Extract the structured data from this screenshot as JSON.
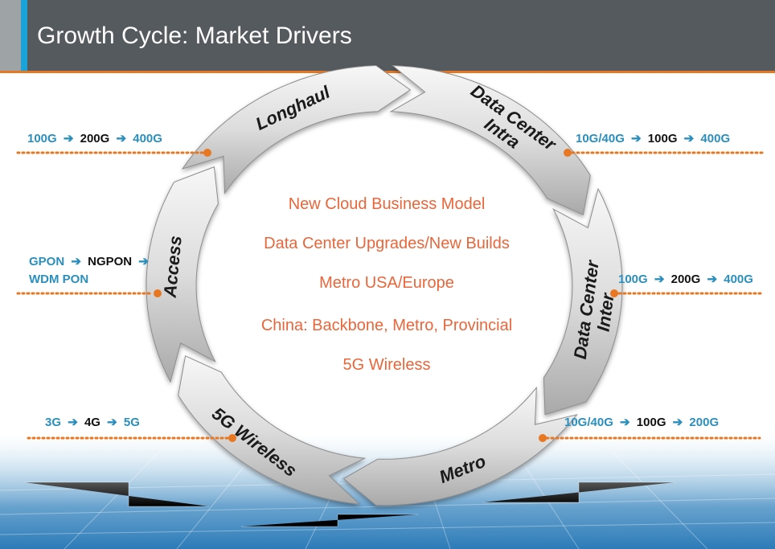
{
  "title": "Growth Cycle: Market Drivers",
  "segments": {
    "longhaul": "Longhaul",
    "dc_intra_line1": "Data Center",
    "dc_intra_line2": "Intra",
    "dc_inter_line1": "Data Center",
    "dc_inter_line2": "Inter",
    "metro": "Metro",
    "wireless": "5G Wireless",
    "access": "Access"
  },
  "center": [
    "New Cloud Business Model",
    "Data Center Upgrades/New Builds",
    "Metro USA/Europe",
    "China: Backbone, Metro, Provincial",
    "5G Wireless"
  ],
  "callouts": {
    "longhaul": {
      "a": "100G",
      "b": "200G",
      "c": "400G"
    },
    "dc_intra": {
      "a": "10G/40G",
      "b": "100G",
      "c": "400G"
    },
    "dc_inter": {
      "a": "100G",
      "b": "200G",
      "c": "400G"
    },
    "access": {
      "a": "GPON",
      "b": "NGPON",
      "c": "WDM PON"
    },
    "wireless": {
      "a": "3G",
      "b": "4G",
      "c": "5G"
    },
    "metro": {
      "a": "10G/40G",
      "b": "100G",
      "c": "200G"
    }
  },
  "arrow_glyph": "➔",
  "colors": {
    "header": "#555a5e",
    "accent_blue": "#1aa3d9",
    "accent_orange": "#e87722",
    "label_blue": "#2a8fbd",
    "center_text": "#e9663a"
  }
}
